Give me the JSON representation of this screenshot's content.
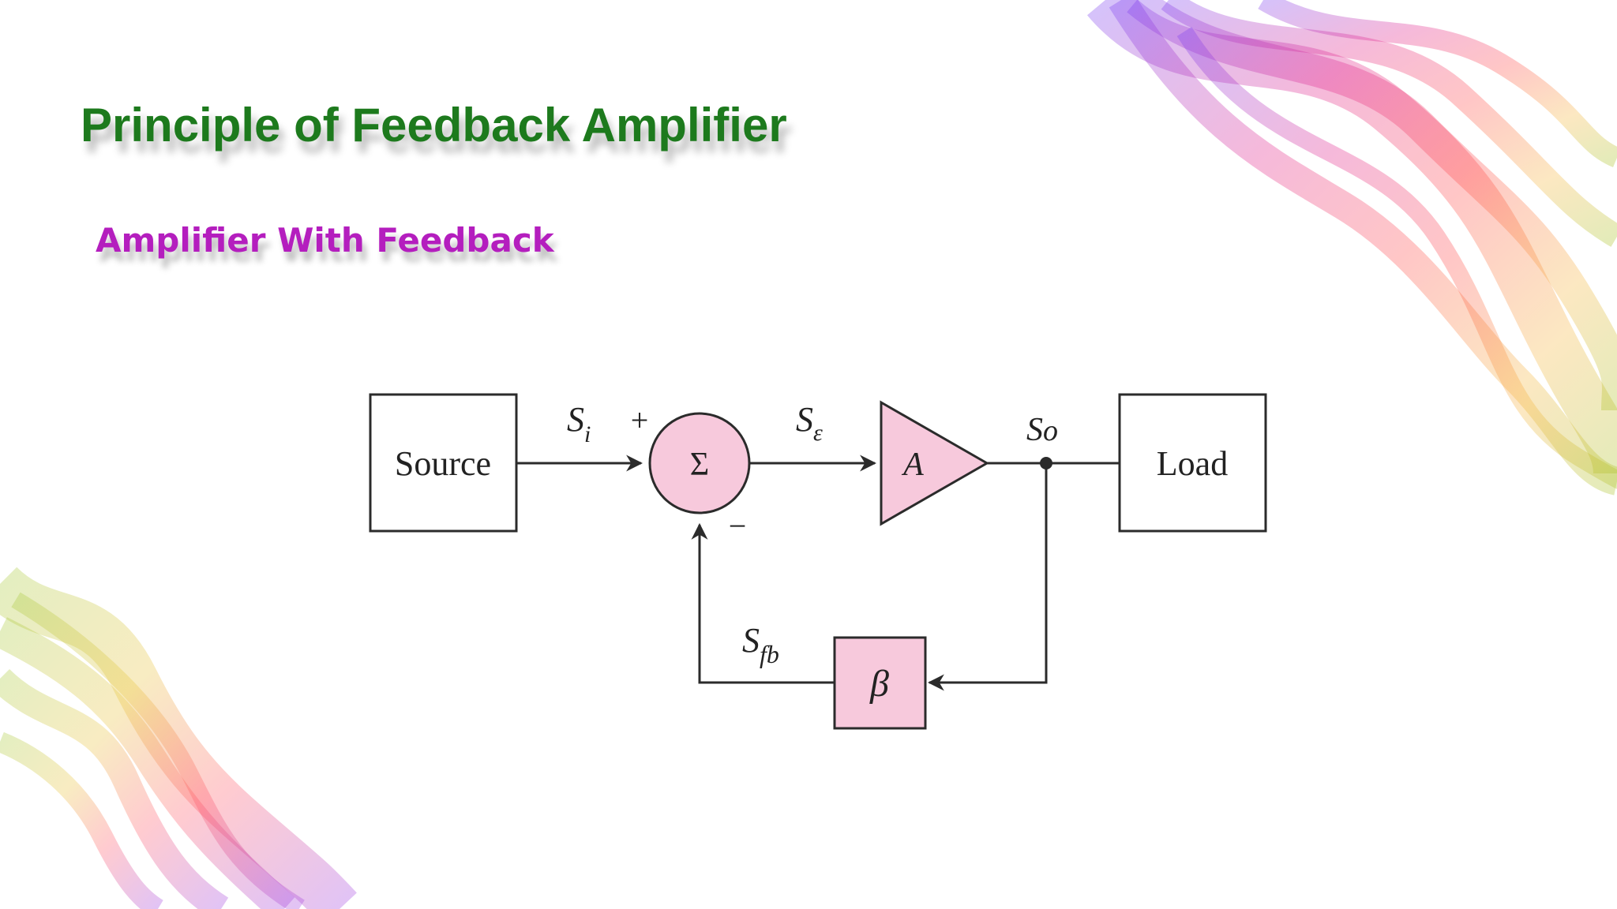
{
  "slide": {
    "title": "Principle of Feedback Amplifier",
    "subtitle": "Amplifier With Feedback"
  },
  "diagram": {
    "blocks": {
      "source": "Source",
      "summer": "Σ",
      "amplifier": "A",
      "load": "Load",
      "feedback": "β"
    },
    "signals": {
      "input": {
        "base": "S",
        "sub": "i"
      },
      "error": {
        "base": "S",
        "sub": "ε"
      },
      "output": {
        "base": "S",
        "sub": "o"
      },
      "feedback": {
        "base": "S",
        "sub": "fb"
      }
    },
    "signs": {
      "plus": "+",
      "minus": "−"
    }
  },
  "colors": {
    "title": "#1d7a1d",
    "subtitle": "#b41ebe",
    "block_fill": "#f7c9dc",
    "line": "#2b2b2b"
  }
}
